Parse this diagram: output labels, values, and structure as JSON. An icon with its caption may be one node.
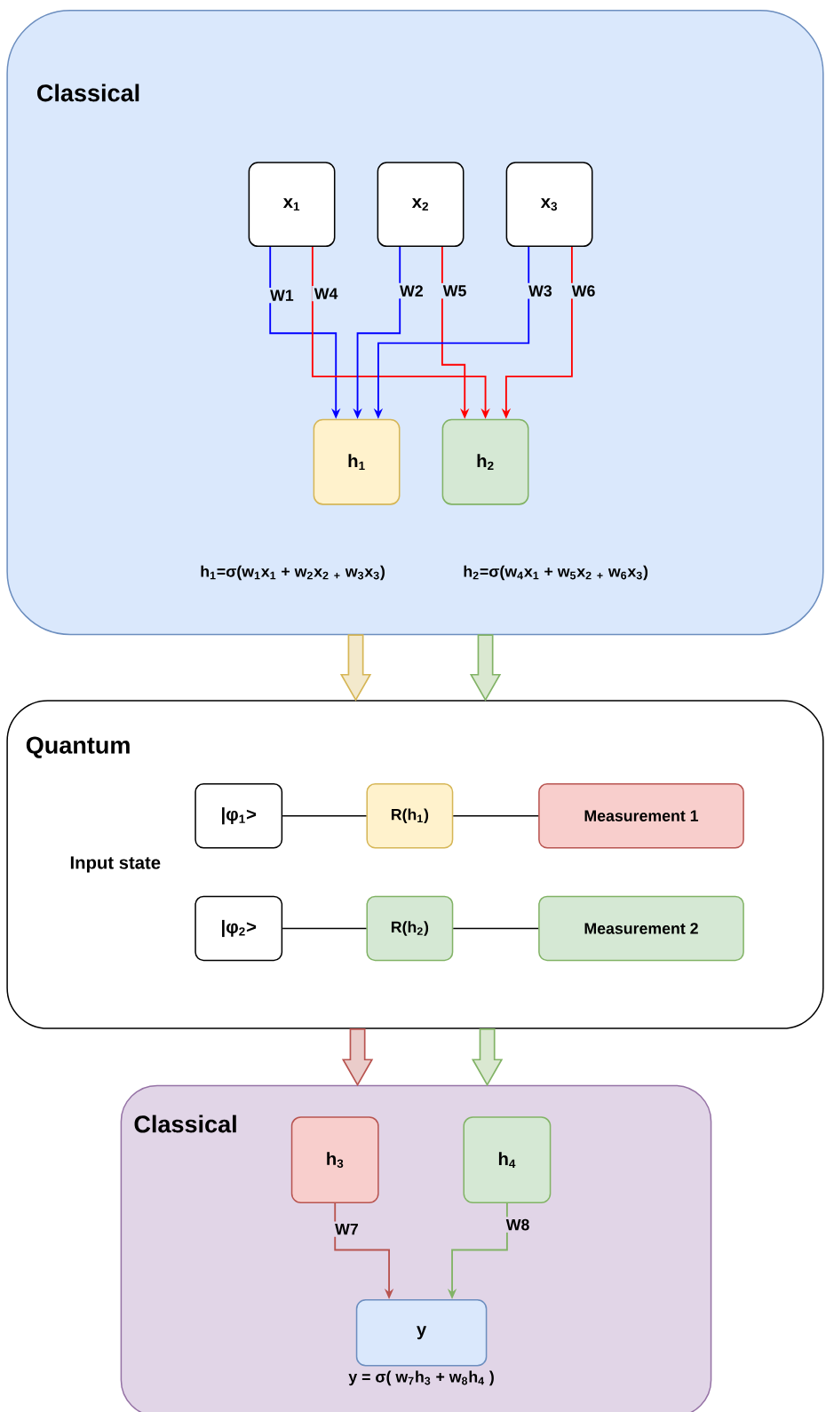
{
  "diagram": {
    "nodes": [
      {
        "text": [
          "Classical"
        ]
      },
      {
        "text": [
          "x$_{1}$"
        ],
        "in": 0
      },
      {
        "text": [
          "x$_{2}$"
        ],
        "in": 0
      },
      {
        "text": [
          "x$_{3}$"
        ],
        "in": 0
      },
      {
        "text": [
          "h$_{1}$"
        ],
        "in": 0
      },
      {
        "text": [
          "h$_{2}$"
        ],
        "in": 0
      },
      {
        "text": [
          "Quantum"
        ]
      },
      {
        "text": [
          "|φ$_{1}$>"
        ],
        "in": 6
      },
      {
        "text": [
          "R(h$_{1}$)"
        ],
        "in": 6
      },
      {
        "text": [
          "Measurement 1"
        ],
        "in": 6
      },
      {
        "text": [
          "|φ$_{2}$>"
        ],
        "in": 6
      },
      {
        "text": [
          "R(h$_{2}$)"
        ],
        "in": 6
      },
      {
        "text": [
          "Measurement 2"
        ],
        "in": 6
      },
      {
        "text": [
          "Classical"
        ]
      },
      {
        "text": [
          "h$_{3}$"
        ],
        "in": 13
      },
      {
        "text": [
          "h$_{4}$"
        ],
        "in": 13
      },
      {
        "text": [
          "y"
        ],
        "in": 13,
        "beside": [
          "y = σ( w$_{7}$h$_{3}$ + w$_{8}$h$_{4}$ )"
        ]
      }
    ],
    "edges": [
      {
        "from": 1,
        "to": 4,
        "arrow": "to",
        "label": "W1",
        "color": "#0000ff"
      },
      {
        "from": 1,
        "to": 5,
        "arrow": "to",
        "label": "W4",
        "color": "#ff0000"
      },
      {
        "from": 2,
        "to": 4,
        "arrow": "to",
        "label": "W2",
        "color": "#0000ff"
      },
      {
        "from": 2,
        "to": 5,
        "arrow": "to",
        "label": "W5",
        "color": "#ff0000"
      },
      {
        "from": 3,
        "to": 4,
        "arrow": "to",
        "label": "W3",
        "color": "#0000ff"
      },
      {
        "from": 3,
        "to": 5,
        "arrow": "to",
        "label": "W6",
        "color": "#ff0000"
      },
      {
        "from": 0,
        "to": 6,
        "arrow": "to",
        "style": "thick",
        "color": "#d6b656"
      },
      {
        "from": 0,
        "to": 6,
        "arrow": "to",
        "style": "thick",
        "color": "#82b366"
      },
      {
        "from": 7,
        "to": 8,
        "arrow": "none"
      },
      {
        "from": 8,
        "to": 9,
        "arrow": "none"
      },
      {
        "from": 10,
        "to": 11,
        "arrow": "none"
      },
      {
        "from": 11,
        "to": 12,
        "arrow": "none"
      },
      {
        "from": 6,
        "to": 13,
        "arrow": "to",
        "style": "thick",
        "color": "#b85450"
      },
      {
        "from": 6,
        "to": 13,
        "arrow": "to",
        "style": "thick",
        "color": "#82b366"
      },
      {
        "from": 14,
        "to": 16,
        "arrow": "to",
        "label": "W7",
        "color": "#b85450"
      },
      {
        "from": 15,
        "to": 16,
        "arrow": "to",
        "label": "W8",
        "color": "#82b366"
      }
    ],
    "labels": [
      "h$_{1}$=σ(w$_{1}$x$_{1}$ + w$_{2}$x$_{2}$ $_{+}$ w$_{3}$x$_{3}$)",
      "h$_{2}$=σ(w$_{4}$x$_{1}$ + w$_{5}$x$_{2}$ $_{+}$ w$_{6}$x$_{3}$)",
      "Input state"
    ]
  }
}
